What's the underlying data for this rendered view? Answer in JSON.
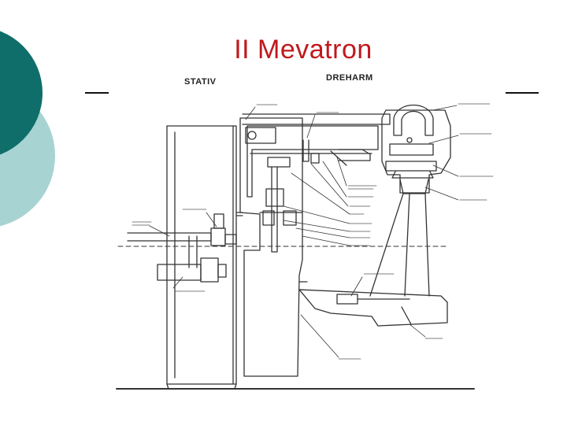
{
  "slide": {
    "title": "II Mevatron"
  },
  "diagram": {
    "labels": {
      "stativ": "STATIV",
      "dreharm": "DREHARM"
    },
    "colors": {
      "teal_dark": "#0f6e6a",
      "teal_light": "#a7d4d3",
      "title_red": "#c0181c",
      "ink": "#333333"
    }
  }
}
